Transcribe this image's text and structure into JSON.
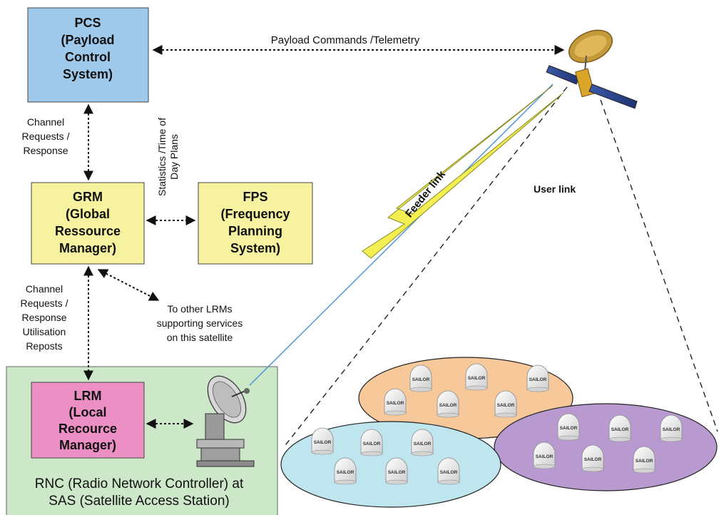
{
  "boxes": {
    "pcs": {
      "lines": [
        "PCS",
        "(Payload",
        "Control",
        "System)"
      ]
    },
    "grm": {
      "lines": [
        "GRM",
        "(Global",
        "Ressource",
        "Manager)"
      ]
    },
    "fps": {
      "lines": [
        "FPS",
        "(Frequency",
        "Planning",
        "System)"
      ]
    },
    "lrm": {
      "lines": [
        "LRM",
        "(Local",
        "Recource",
        "Manager)"
      ]
    }
  },
  "rnc": {
    "lines": [
      "RNC (Radio Network Controller) at",
      "SAS (Satellite Access Station)"
    ]
  },
  "labels": {
    "payload_commands": "Payload Commands /Telemetry",
    "channel_requests_top": [
      "Channel",
      "Requests /",
      "Response"
    ],
    "statistics": [
      "Statistics /Time of",
      "Day Plans"
    ],
    "channel_requests_bottom": [
      "Channel",
      "Requests /",
      "Response",
      "Utilisation",
      "Reposts"
    ],
    "other_lrms": [
      "To other LRMs",
      "supporting services",
      "on this satellite"
    ],
    "feeder_link": "Feeder link",
    "user_link": "User link",
    "terminal_brand": "SAILOR"
  },
  "colors": {
    "pcs_fill": "#9ec9ea",
    "grm_fill": "#f6f29f",
    "fps_fill": "#f6f29f",
    "lrm_fill": "#ec8fc4",
    "rnc_fill": "#cde7c9",
    "cell_orange": "#f6c89a",
    "cell_blue": "#bfe5ef",
    "cell_purple": "#b89ad0",
    "feeder_fill": "#f3ef52",
    "feeder_line": "#4a90d9"
  }
}
